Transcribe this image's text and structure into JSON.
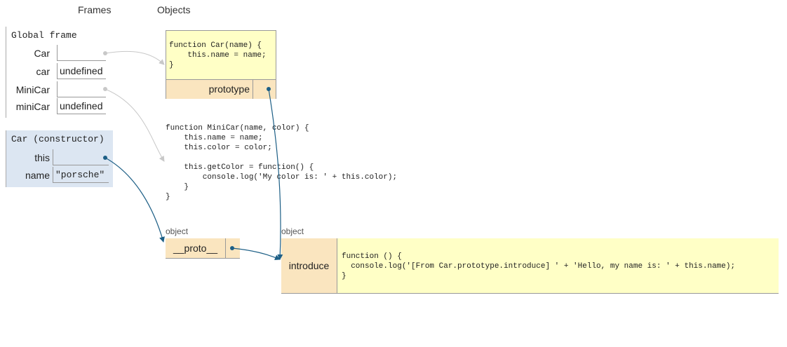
{
  "headers": {
    "frames": "Frames",
    "objects": "Objects"
  },
  "global_frame": {
    "title": "Global frame",
    "vars": [
      {
        "name": "Car",
        "value": ""
      },
      {
        "name": "car",
        "value": "undefined"
      },
      {
        "name": "MiniCar",
        "value": ""
      },
      {
        "name": "miniCar",
        "value": "undefined"
      }
    ]
  },
  "ctor_frame": {
    "title": "Car (constructor)",
    "vars": [
      {
        "name": "this",
        "value": ""
      },
      {
        "name": "name",
        "value": "\"porsche\""
      }
    ]
  },
  "car_function": {
    "code": "function Car(name) {\n    this.name = name;\n}",
    "prototype_label": "prototype"
  },
  "minicar_function": {
    "code": "function MiniCar(name, color) {\n    this.name = name;\n    this.color = color;\n\n    this.getColor = function() {\n        console.log('My color is: ' + this.color);\n    }\n}"
  },
  "proto_object": {
    "type_label": "object",
    "key": "__proto__"
  },
  "prototype_object": {
    "type_label": "object",
    "key": "introduce",
    "value": "function () {\n  console.log('[From Car.prototype.introduce] ' + 'Hello, my name is: ' + this.name);\n}"
  },
  "colors": {
    "pointer": "#1d5f86",
    "inactive_pointer": "#c8c8c8",
    "frame_bg": "#dce6f2",
    "object_bg": "#ffffc6",
    "key_bg": "#fae5bf"
  }
}
